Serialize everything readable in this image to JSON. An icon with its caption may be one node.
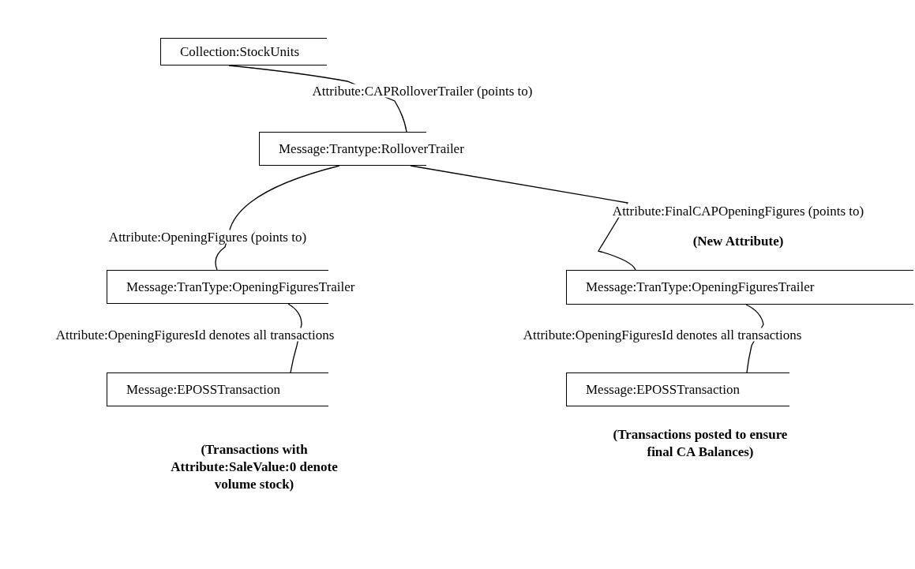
{
  "diagram": {
    "nodes": [
      {
        "text": [
          "Collection:StockUnits"
        ]
      },
      {
        "text": [
          "Message:Trantype:RolloverTrailer"
        ]
      },
      {
        "text": [
          "Message:TranType:OpeningFiguresTrailer"
        ]
      },
      {
        "text": [
          "Message:TranType:OpeningFiguresTrailer"
        ]
      },
      {
        "text": [
          "Message:EPOSSTransaction"
        ],
        "beside": [
          "(Transactions with Attribute:SaleValue:0 denote volume stock)"
        ]
      },
      {
        "text": [
          "Message:EPOSSTransaction"
        ],
        "beside": [
          "(Transactions posted to ensure final CA Balances)"
        ]
      }
    ],
    "edges": [
      {
        "from": 0,
        "to": 1,
        "arrow": "none",
        "label": "Attribute:CAPRolloverTrailer (points to)"
      },
      {
        "from": 1,
        "to": 2,
        "arrow": "none",
        "label": "Attribute:OpeningFigures (points to)"
      },
      {
        "from": 1,
        "to": 3,
        "arrow": "none",
        "label": "Attribute:FinalCAPOpeningFigures (points to)"
      },
      {
        "from": 2,
        "to": 4,
        "arrow": "none",
        "label": "Attribute:OpeningFiguresId denotes all transactions"
      },
      {
        "from": 3,
        "to": 5,
        "arrow": "none",
        "label": "Attribute:OpeningFiguresId denotes all transactions"
      }
    ],
    "labels": [
      "(New Attribute)"
    ]
  }
}
